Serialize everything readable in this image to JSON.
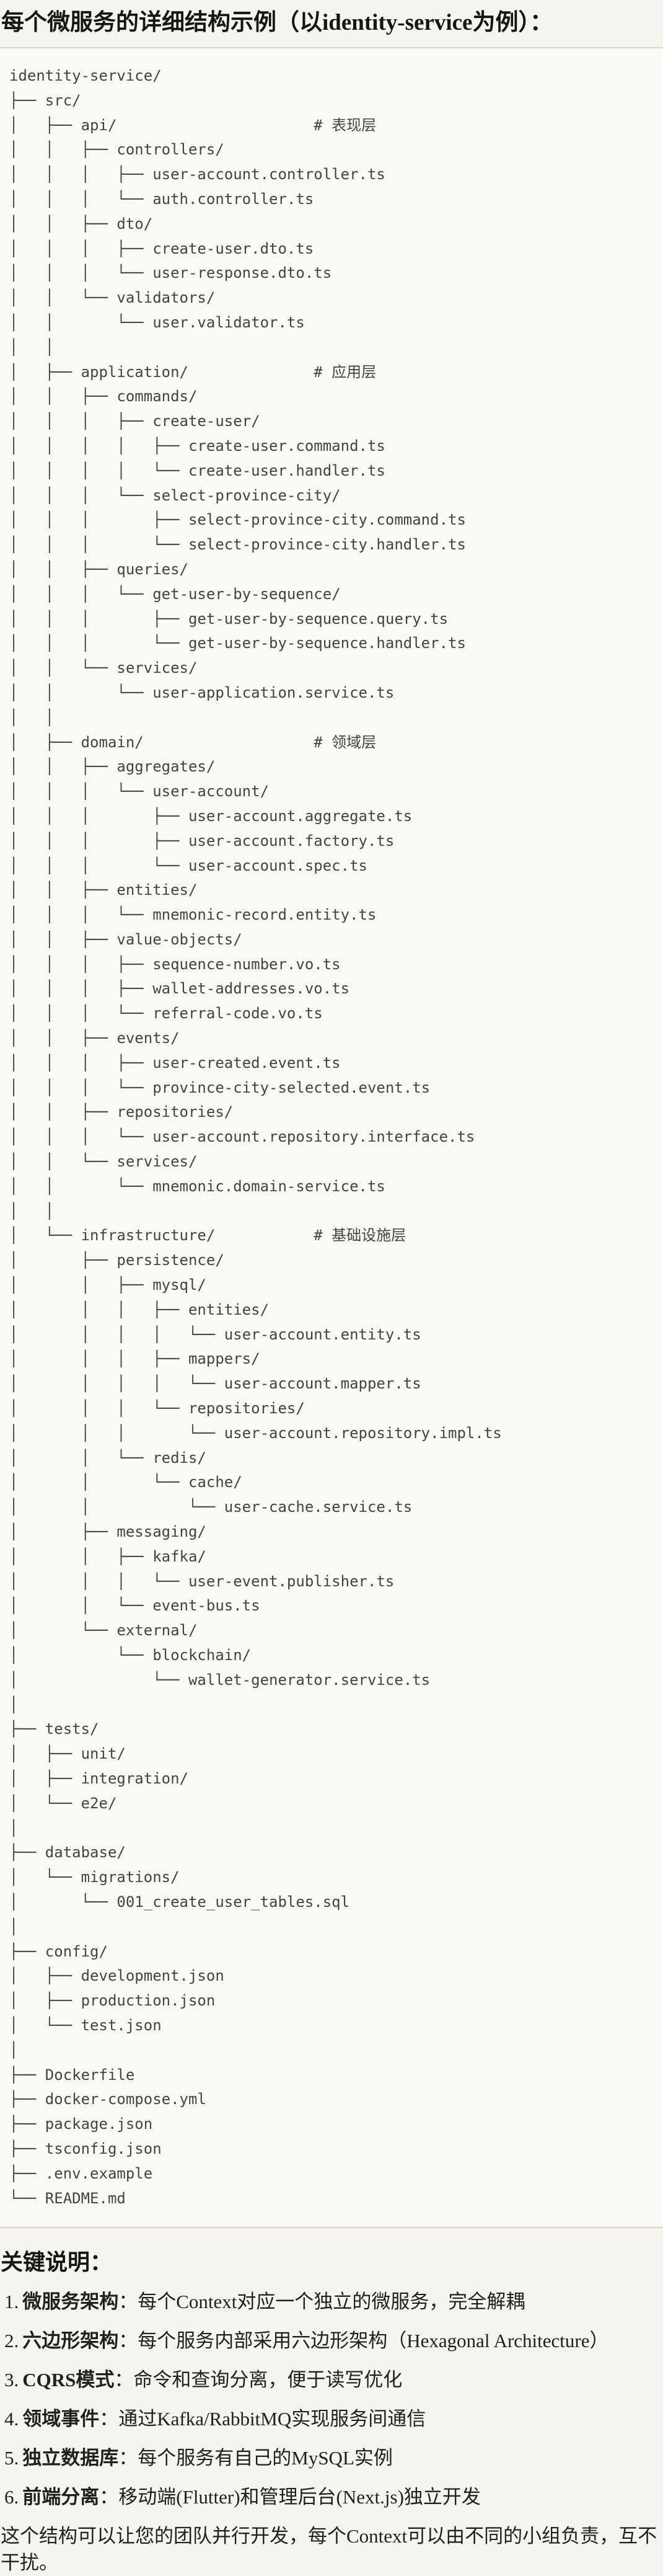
{
  "page": {
    "background": "#f5f4ee",
    "text_color": "#21201a"
  },
  "title": "每个微服务的详细结构示例（以identity-service为例）：",
  "code_block": {
    "background": "#faf9f3",
    "border_color": "#d7d5cc",
    "text_color": "#45443e",
    "layer_comments": [
      "# 表现层",
      "# 应用层",
      "# 领域层",
      "# 基础设施层"
    ],
    "lines": [
      "identity-service/",
      "├── src/",
      "│   ├── api/                      # 表现层",
      "│   │   ├── controllers/",
      "│   │   │   ├── user-account.controller.ts",
      "│   │   │   └── auth.controller.ts",
      "│   │   ├── dto/",
      "│   │   │   ├── create-user.dto.ts",
      "│   │   │   └── user-response.dto.ts",
      "│   │   └── validators/",
      "│   │       └── user.validator.ts",
      "│   │",
      "│   ├── application/              # 应用层",
      "│   │   ├── commands/",
      "│   │   │   ├── create-user/",
      "│   │   │   │   ├── create-user.command.ts",
      "│   │   │   │   └── create-user.handler.ts",
      "│   │   │   └── select-province-city/",
      "│   │   │       ├── select-province-city.command.ts",
      "│   │   │       └── select-province-city.handler.ts",
      "│   │   ├── queries/",
      "│   │   │   └── get-user-by-sequence/",
      "│   │   │       ├── get-user-by-sequence.query.ts",
      "│   │   │       └── get-user-by-sequence.handler.ts",
      "│   │   └── services/",
      "│   │       └── user-application.service.ts",
      "│   │",
      "│   ├── domain/                   # 领域层",
      "│   │   ├── aggregates/",
      "│   │   │   └── user-account/",
      "│   │   │       ├── user-account.aggregate.ts",
      "│   │   │       ├── user-account.factory.ts",
      "│   │   │       └── user-account.spec.ts",
      "│   │   ├── entities/",
      "│   │   │   └── mnemonic-record.entity.ts",
      "│   │   ├── value-objects/",
      "│   │   │   ├── sequence-number.vo.ts",
      "│   │   │   ├── wallet-addresses.vo.ts",
      "│   │   │   └── referral-code.vo.ts",
      "│   │   ├── events/",
      "│   │   │   ├── user-created.event.ts",
      "│   │   │   └── province-city-selected.event.ts",
      "│   │   ├── repositories/",
      "│   │   │   └── user-account.repository.interface.ts",
      "│   │   └── services/",
      "│   │       └── mnemonic.domain-service.ts",
      "│   │",
      "│   └── infrastructure/           # 基础设施层",
      "│       ├── persistence/",
      "│       │   ├── mysql/",
      "│       │   │   ├── entities/",
      "│       │   │   │   └── user-account.entity.ts",
      "│       │   │   ├── mappers/",
      "│       │   │   │   └── user-account.mapper.ts",
      "│       │   │   └── repositories/",
      "│       │   │       └── user-account.repository.impl.ts",
      "│       │   └── redis/",
      "│       │       └── cache/",
      "│       │           └── user-cache.service.ts",
      "│       ├── messaging/",
      "│       │   ├── kafka/",
      "│       │   │   └── user-event.publisher.ts",
      "│       │   └── event-bus.ts",
      "│       └── external/",
      "│           └── blockchain/",
      "│               └── wallet-generator.service.ts",
      "│",
      "├── tests/",
      "│   ├── unit/",
      "│   ├── integration/",
      "│   └── e2e/",
      "│",
      "├── database/",
      "│   └── migrations/",
      "│       └── 001_create_user_tables.sql",
      "│",
      "├── config/",
      "│   ├── development.json",
      "│   ├── production.json",
      "│   └── test.json",
      "│",
      "├── Dockerfile",
      "├── docker-compose.yml",
      "├── package.json",
      "├── tsconfig.json",
      "├── .env.example",
      "└── README.md"
    ]
  },
  "key_points": {
    "heading": "关键说明：",
    "items": [
      {
        "marker": "1.",
        "label": "微服务架构",
        "colon": "：",
        "text": "每个Context对应一个独立的微服务，完全解耦"
      },
      {
        "marker": "2.",
        "label": "六边形架构",
        "colon": "：",
        "text": "每个服务内部采用六边形架构（Hexagonal Architecture）"
      },
      {
        "marker": "3.",
        "label": "CQRS模式",
        "colon": "：",
        "text": "命令和查询分离，便于读写优化"
      },
      {
        "marker": "4.",
        "label": "领域事件",
        "colon": "：",
        "text": "通过Kafka/RabbitMQ实现服务间通信"
      },
      {
        "marker": "5.",
        "label": "独立数据库",
        "colon": "：",
        "text": "每个服务有自己的MySQL实例"
      },
      {
        "marker": "6.",
        "label": "前端分离",
        "colon": "：",
        "text": "移动端(Flutter)和管理后台(Next.js)独立开发"
      }
    ]
  },
  "closing_paragraph": "这个结构可以让您的团队并行开发，每个Context可以由不同的小组负责，互不干扰。"
}
